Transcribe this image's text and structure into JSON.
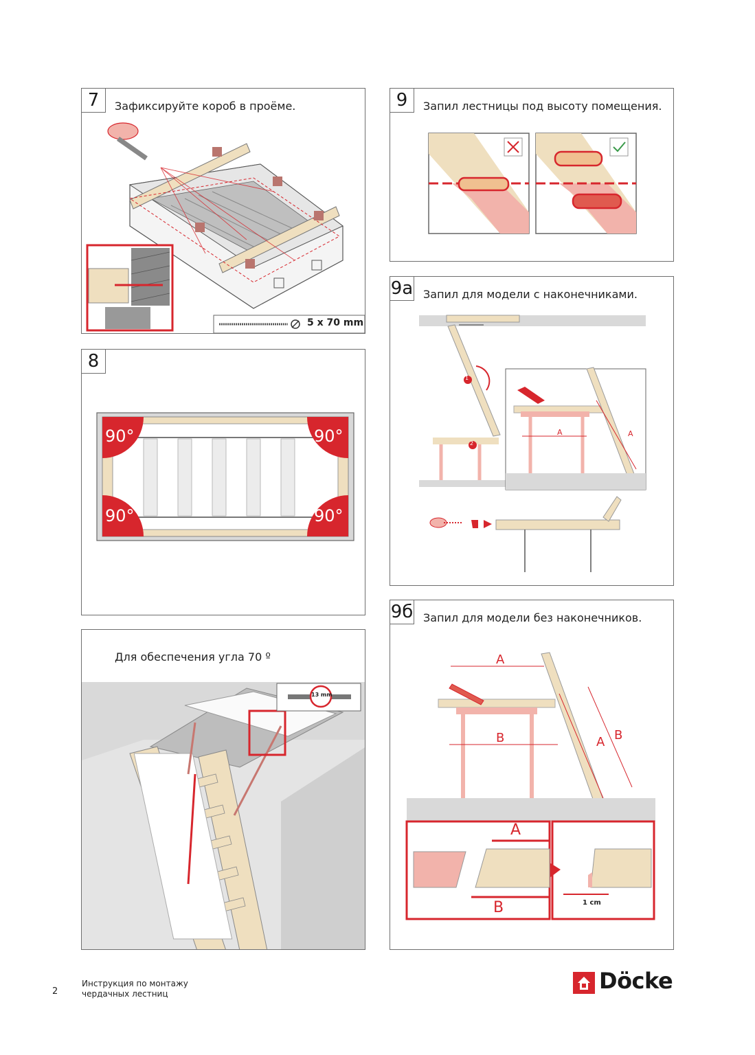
{
  "panels": {
    "p7": {
      "number": "7",
      "title": "Зафиксируйте короб в проёме.",
      "screw_label": "5 x 70 mm"
    },
    "p8": {
      "number": "8",
      "angles": [
        "90°",
        "90°",
        "90°",
        "90°"
      ]
    },
    "p70": {
      "title": "Для обеспечения угла 70 º",
      "wrench_label": "13 mm"
    },
    "p9": {
      "number": "9",
      "title": "Запил лестницы под высоту помещения."
    },
    "p9a": {
      "number": "9а",
      "title": "Запил для модели с наконечниками.",
      "step1": "1",
      "step2": "2",
      "dim_a1": "A",
      "dim_a2": "A"
    },
    "p9b": {
      "number": "9б",
      "title": "Запил для модели без наконечников.",
      "dim_a_top": "A",
      "dim_b_table": "B",
      "dim_a_side": "A",
      "dim_b_side": "B",
      "detail_a": "A",
      "detail_b": "B",
      "detail_cm": "1 cm"
    }
  },
  "footer": {
    "page_number": "2",
    "line1": "Инструкция по монтажу",
    "line2": "чердачных лестниц",
    "brand": "Döcke"
  },
  "colors": {
    "accent": "#d7262d",
    "pink": "#f2b3ab",
    "wood": "#efdfbf",
    "gray": "#d9d9d9"
  }
}
